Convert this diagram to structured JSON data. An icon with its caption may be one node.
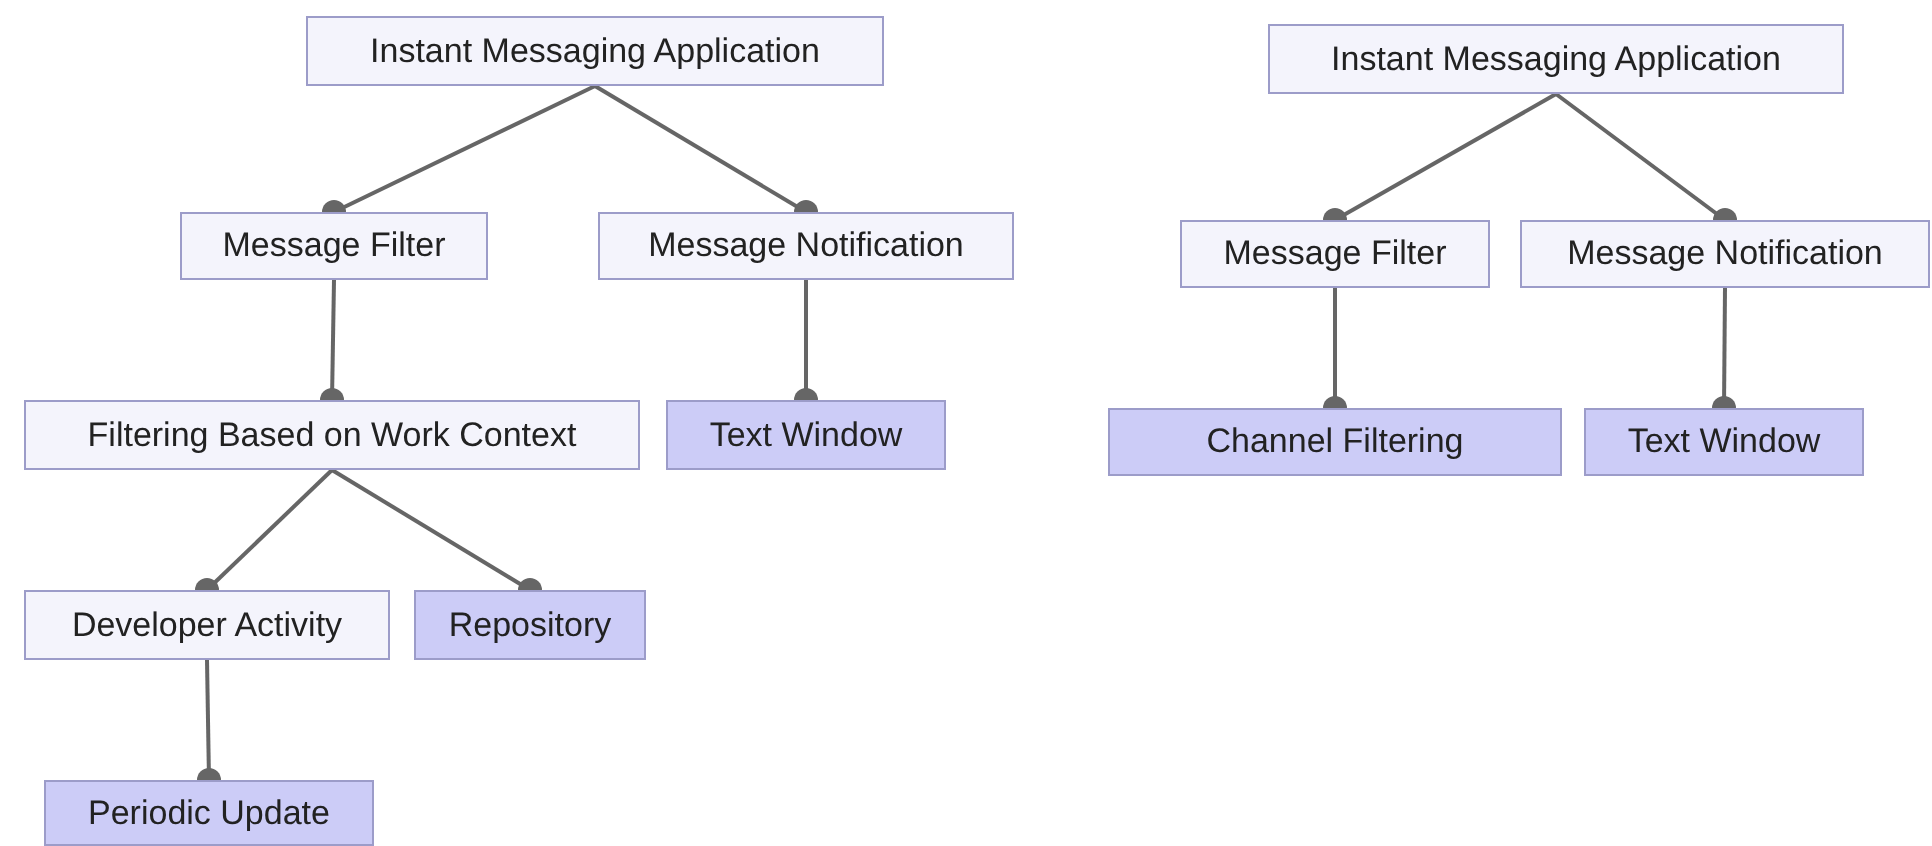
{
  "diagram": {
    "nodes": [
      {
        "text": [
          "Instant Messaging Application"
        ]
      },
      {
        "text": [
          "Message Filter"
        ]
      },
      {
        "text": [
          "Message Notification"
        ]
      },
      {
        "text": [
          "Filtering Based on Work Context"
        ]
      },
      {
        "text": [
          "Text Window"
        ]
      },
      {
        "text": [
          "Developer Activity"
        ]
      },
      {
        "text": [
          "Repository"
        ]
      },
      {
        "text": [
          "Periodic Update"
        ]
      },
      {
        "text": [
          "Instant Messaging Application"
        ]
      },
      {
        "text": [
          "Message Filter"
        ]
      },
      {
        "text": [
          "Message Notification"
        ]
      },
      {
        "text": [
          "Channel Filtering"
        ]
      },
      {
        "text": [
          "Text Window"
        ]
      }
    ],
    "edges": [
      {
        "from": 0,
        "to": 1,
        "arrow": "other"
      },
      {
        "from": 0,
        "to": 2,
        "arrow": "other"
      },
      {
        "from": 1,
        "to": 3,
        "arrow": "other"
      },
      {
        "from": 2,
        "to": 4,
        "arrow": "other"
      },
      {
        "from": 3,
        "to": 5,
        "arrow": "other"
      },
      {
        "from": 3,
        "to": 6,
        "arrow": "other"
      },
      {
        "from": 5,
        "to": 7,
        "arrow": "other"
      },
      {
        "from": 8,
        "to": 9,
        "arrow": "other"
      },
      {
        "from": 8,
        "to": 10,
        "arrow": "other"
      },
      {
        "from": 9,
        "to": 11,
        "arrow": "other"
      },
      {
        "from": 10,
        "to": 12,
        "arrow": "other"
      }
    ]
  }
}
